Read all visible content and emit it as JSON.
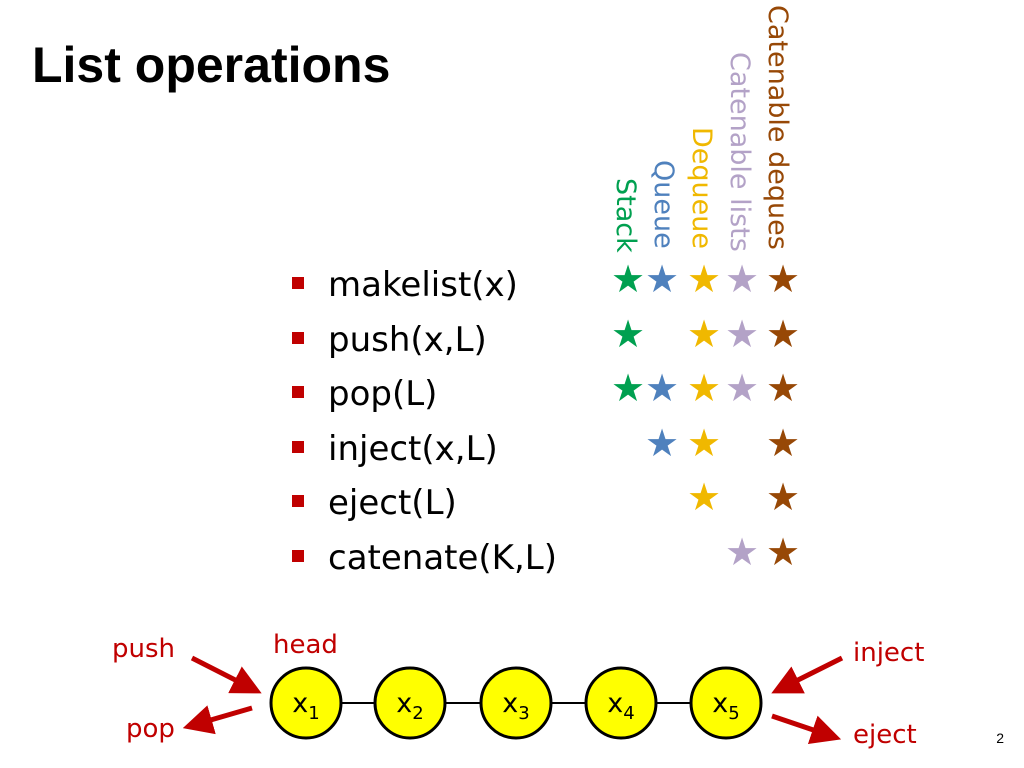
{
  "slide": {
    "title": "List operations",
    "page_number": "2"
  },
  "columns": [
    {
      "key": "stack",
      "label": "Stack",
      "color": "#00a050"
    },
    {
      "key": "queue",
      "label": "Queue",
      "color": "#4f81bd"
    },
    {
      "key": "deque",
      "label": "Dequeue",
      "color": "#f0b800"
    },
    {
      "key": "catlist",
      "label": "Catenable lists",
      "color": "#b3a2c7"
    },
    {
      "key": "catdeque",
      "label": "Catenable deques",
      "color": "#974806"
    }
  ],
  "operations": [
    {
      "label": "makelist(x)",
      "supported": [
        true,
        true,
        true,
        true,
        true
      ]
    },
    {
      "label": "push(x,L)",
      "supported": [
        true,
        false,
        true,
        true,
        true
      ]
    },
    {
      "label": "pop(L)",
      "supported": [
        true,
        true,
        true,
        true,
        true
      ]
    },
    {
      "label": "inject(x,L)",
      "supported": [
        false,
        true,
        true,
        false,
        true
      ]
    },
    {
      "label": "eject(L)",
      "supported": [
        false,
        false,
        true,
        false,
        true
      ]
    },
    {
      "label": "catenate(K,L)",
      "supported": [
        false,
        false,
        false,
        true,
        true
      ]
    }
  ],
  "diagram": {
    "labels": {
      "push": "push",
      "pop": "pop",
      "head": "head",
      "inject": "inject",
      "eject": "eject"
    },
    "nodes": [
      {
        "base": "x",
        "sub": "1"
      },
      {
        "base": "x",
        "sub": "2"
      },
      {
        "base": "x",
        "sub": "3"
      },
      {
        "base": "x",
        "sub": "4"
      },
      {
        "base": "x",
        "sub": "5"
      }
    ],
    "node_fill": "#ffff00",
    "label_color": "#c00000",
    "arrow_color": "#c00000"
  },
  "bullet_color": "#c00000",
  "star_glyph": "★"
}
